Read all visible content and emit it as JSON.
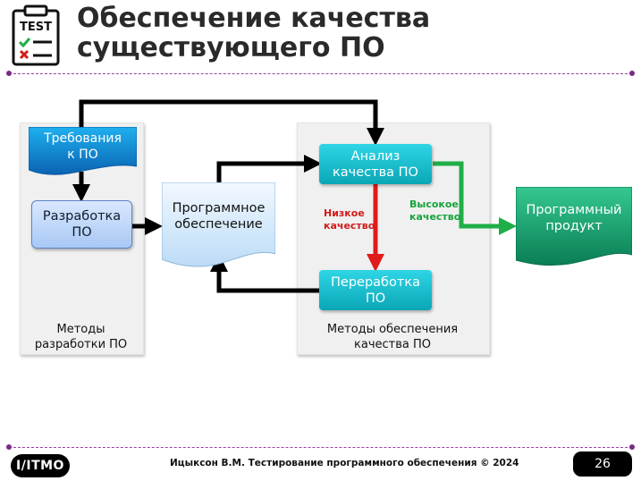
{
  "header": {
    "logo_text": "TEST",
    "title_line1": "Обеспечение качества",
    "title_line2": "существующего ПО"
  },
  "diagram": {
    "requirements": [
      "Требования",
      "к ПО"
    ],
    "development": [
      "Разработка",
      "ПО"
    ],
    "software": [
      "Программное",
      "обеспечение"
    ],
    "analysis": [
      "Анализ",
      "качества ПО"
    ],
    "rework": [
      "Переработка",
      "ПО"
    ],
    "product": [
      "Программный",
      "продукт"
    ],
    "low_quality": [
      "Низкое",
      "качество"
    ],
    "high_quality": [
      "Высокое",
      "качество"
    ],
    "panel_dev_caption": [
      "Методы",
      "разработки ПО"
    ],
    "panel_qa_caption": [
      "Методы обеспечения",
      "качества ПО"
    ]
  },
  "footer": {
    "logo": "I/ITMO",
    "text": "Ицыксон В.М. Тестирование программного обеспечения © 2024",
    "page": "26"
  },
  "colors": {
    "accent_divider": "#9b3fa3",
    "low_arrow": "#e01b1b",
    "high_arrow": "#1fae47"
  }
}
